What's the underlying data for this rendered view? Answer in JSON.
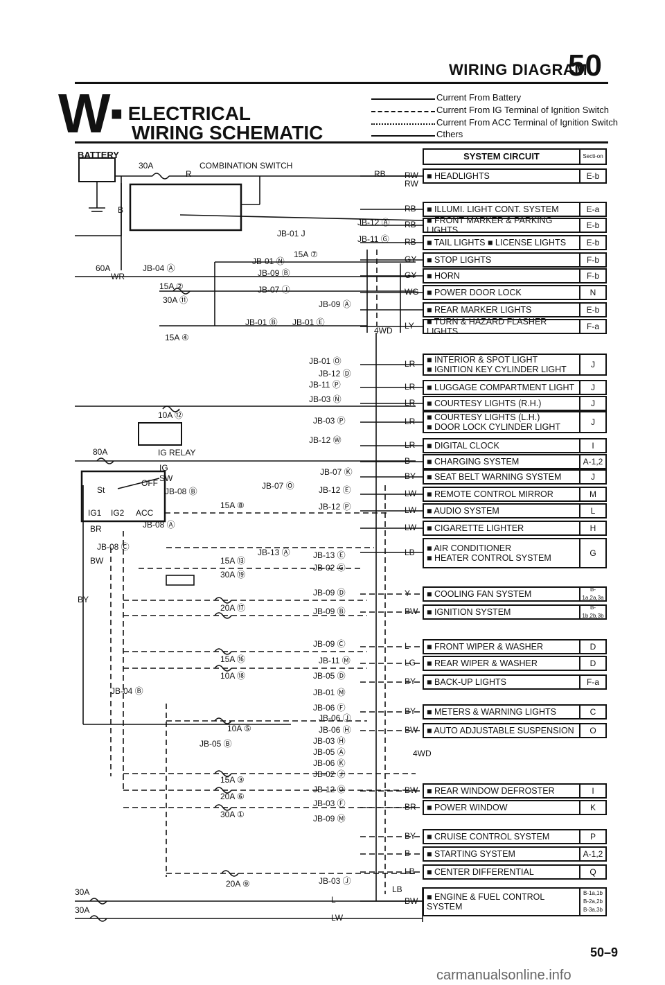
{
  "header": {
    "title": "WIRING DIAGRAM",
    "page_section": "50"
  },
  "section": {
    "letter": "W",
    "title_line1": "■ ELECTRICAL",
    "title_line2": "WIRING SCHEMATIC"
  },
  "legend": [
    {
      "style": "solid",
      "text": "Current From Battery"
    },
    {
      "style": "dashed",
      "text": "Current From IG Terminal of Ignition Switch"
    },
    {
      "style": "dashdot",
      "text": "Current From ACC Terminal of Ignition Switch"
    },
    {
      "style": "solid",
      "text": "Cthers"
    }
  ],
  "table_header": {
    "system": "SYSTEM CIRCUIT",
    "section": "Secti-on"
  },
  "systems": [
    {
      "name": "■ HEADLIGHTS",
      "sect": "E-b",
      "wire": "RW"
    },
    {
      "name": "■ ILLUMI. LIGHT CONT. SYSTEM",
      "sect": "E-a",
      "wire": "RB"
    },
    {
      "name": "■ FRONT MARKER & PARKING LIGHTS",
      "sect": "E-b",
      "wire": "RB"
    },
    {
      "name": "■ TAIL LIGHTS ■ LICENSE LIGHTS",
      "sect": "E-b",
      "wire": "RB"
    },
    {
      "name": "■ STOP LIGHTS",
      "sect": "F-b",
      "wire": "GY"
    },
    {
      "name": "■ HORN",
      "sect": "F-b",
      "wire": "GY"
    },
    {
      "name": "■ POWER DOOR LOCK",
      "sect": "N",
      "wire": "WG"
    },
    {
      "name": "■ REAR MARKER LIGHTS",
      "sect": "E-b",
      "wire": ""
    },
    {
      "name": "■ TURN & HAZARD FLASHER LIGHTS",
      "sect": "F-a",
      "wire": "LY"
    },
    {
      "name": "■ INTERIOR & SPOT LIGHT",
      "name2": "■ IGNITION KEY CYLINDER LIGHT",
      "sect": "J",
      "wire": "LR"
    },
    {
      "name": "■ LUGGAGE COMPARTMENT LIGHT",
      "sect": "J",
      "wire": "LR"
    },
    {
      "name": "■ COURTESY LIGHTS (R.H.)",
      "sect": "J",
      "wire": "LR"
    },
    {
      "name": "■ COURTESY LIGHTS (L.H.)",
      "name2": "■ DOOR LOCK CYLINDER LIGHT",
      "sect": "J",
      "wire": "LR"
    },
    {
      "name": "■ DIGITAL CLOCK",
      "sect": "I",
      "wire": "LR"
    },
    {
      "name": "■ CHARGING SYSTEM",
      "sect": "A-1,2",
      "wire": "B"
    },
    {
      "name": "■ SEAT BELT WARNING SYSTEM",
      "sect": "J",
      "wire": "BY"
    },
    {
      "name": "■ REMOTE CONTROL MIRROR",
      "sect": "M",
      "wire": "LW"
    },
    {
      "name": "■ AUDIO SYSTEM",
      "sect": "L",
      "wire": "LW"
    },
    {
      "name": "■ CIGARETTE LIGHTER",
      "sect": "H",
      "wire": "LW"
    },
    {
      "name": "■ AIR CONDITIONER",
      "name2": "■ HEATER CONTROL SYSTEM",
      "sect": "G",
      "wire": "LB"
    },
    {
      "name": "■ COOLING FAN SYSTEM",
      "sect": "B-1a,2a,3a",
      "wire": "Y"
    },
    {
      "name": "■ IGNITION SYSTEM",
      "sect": "B-1b,2b,3b",
      "wire": "BW"
    },
    {
      "name": "■ FRONT WIPER & WASHER",
      "sect": "D",
      "wire": "L"
    },
    {
      "name": "■ REAR WIPER & WASHER",
      "sect": "D",
      "wire": "LG"
    },
    {
      "name": "■ BACK-UP LIGHTS",
      "sect": "F-a",
      "wire": "BY"
    },
    {
      "name": "■ METERS & WARNING LIGHTS",
      "sect": "C",
      "wire": "BY"
    },
    {
      "name": "■ AUTO ADJUSTABLE SUSPENSION",
      "sect": "O",
      "wire": "BW"
    },
    {
      "name": "■ REAR WINDOW DEFROSTER",
      "sect": "I",
      "wire": "BW"
    },
    {
      "name": "■ POWER WINDOW",
      "sect": "K",
      "wire": "BR"
    },
    {
      "name": "■ CRUISE CONTROL SYSTEM",
      "sect": "P",
      "wire": "BY"
    },
    {
      "name": "■ STARTING SYSTEM",
      "sect": "A-1,2",
      "wire": "B"
    },
    {
      "name": "■ CENTER DIFFERENTIAL",
      "sect": "Q",
      "wire": "LB"
    },
    {
      "name": "■ ENGINE & FUEL CONTROL SYSTEM",
      "sect": "B-1a,1b B-2a,2b B-3a,3b",
      "wire": "BW"
    }
  ],
  "labels": {
    "battery": "BATTERY",
    "combination_switch": "COMBINATION SWITCH",
    "ig_relay": "IG RELAY",
    "fuse_30a_main": "30A",
    "fuse_60a": "60A",
    "fuse_80a": "80A",
    "fuse_15a_2": "15A ②",
    "fuse_30a_11": "30A ⑪",
    "fuse_15a_4": "15A ④",
    "fuse_15a_7": "15A ⑦",
    "fuse_10a_12": "10A ⑫",
    "fuse_15a_8": "15A ⑧",
    "fuse_15a_13": "15A ⑬",
    "fuse_30a_19": "30A ⑲",
    "fuse_20a_17": "20A ⑰",
    "fuse_15a_16": "15A ⑯",
    "fuse_10a_18": "10A ⑱",
    "fuse_10a_5": "10A ⑤",
    "fuse_15a_3": "15A ③",
    "fuse_20a_6": "20A ⑥",
    "fuse_30a_1": "30A ①",
    "fuse_20a_9": "20A ⑨",
    "fuse_30a_a": "30A",
    "fuse_30a_b": "30A",
    "wire_R": "R",
    "wire_B": "B",
    "wire_WR": "WR",
    "jb_01_j": "JB-01 J",
    "jb_01_n": "JB-01 Ⓝ",
    "jb_04_a": "JB-04 Ⓐ",
    "jb_09_b": "JB-09 Ⓑ",
    "jb_07_j": "JB-07 Ⓙ",
    "jb_09_a": "JB-09 Ⓐ",
    "jb_01_b": "JB-01 Ⓑ",
    "jb_01_e": "JB-01 Ⓔ",
    "jb_12_a": "JB-12 Ⓐ",
    "jb_11_g": "JB-11 Ⓖ",
    "jb_01_o": "JB-01 Ⓞ",
    "jb_12_d": "JB-12 Ⓓ",
    "jb_11_p": "JB-11 Ⓟ",
    "jb_03_n": "JB-03 Ⓝ",
    "jb_03_p": "JB-03 Ⓟ",
    "jb_12_w": "JB-12 Ⓦ",
    "jb_07_k": "JB-07 Ⓚ",
    "jb_07_o": "JB-07 Ⓞ",
    "jb_12_e": "JB-12 Ⓔ",
    "jb_12_p": "JB-12 Ⓟ",
    "jb_08_b": "JB-08 Ⓑ",
    "jb_08_a": "JB-08 Ⓐ",
    "jb_08_c": "JB-08 Ⓒ",
    "jb_13_a": "JB-13 Ⓐ",
    "jb_13_e": "JB-13 Ⓔ",
    "jb_02_g": "JB-02 Ⓖ",
    "jb_09_d": "JB-09 Ⓓ",
    "jb_09_b2": "JB-09 Ⓑ",
    "jb_09_c": "JB-09 Ⓒ",
    "jb_11_m": "JB-11 Ⓜ",
    "jb_05_d": "JB-05 Ⓓ",
    "jb_01_m": "JB-01 Ⓜ",
    "jb_04_b": "JB-04 Ⓑ",
    "jb_06_f": "JB-06 Ⓕ",
    "jb_06_j": "JB-06 Ⓙ",
    "jb_06_h": "JB-06 Ⓗ",
    "jb_03_h": "JB-03 Ⓗ",
    "jb_05_a": "JB-05 Ⓐ",
    "jb_06_k": "JB-06 Ⓚ",
    "jb_02_j": "JB-02 Ⓙ",
    "jb_05_b": "JB-05 Ⓑ",
    "jb_12_o": "JB-12 Ⓞ",
    "jb_03_f": "JB-03 Ⓕ",
    "jb_09_m": "JB-09 Ⓜ",
    "jb_03_j": "JB-03 Ⓙ",
    "ig": "IG",
    "sw": "SW",
    "st": "St",
    "off": "OFF",
    "ig1": "IG1",
    "ig2": "IG2",
    "acc": "ACC",
    "br": "BR",
    "bw": "BW",
    "by": "BY",
    "rb": "RB",
    "rw": "RW",
    "l": "L",
    "lw": "LW",
    "lb": "LB",
    "wire_4wd": "4WD",
    "wire_4wd_2": "4WD"
  },
  "footer": {
    "page": "50–9",
    "watermark": "carmanualsonline.info"
  }
}
